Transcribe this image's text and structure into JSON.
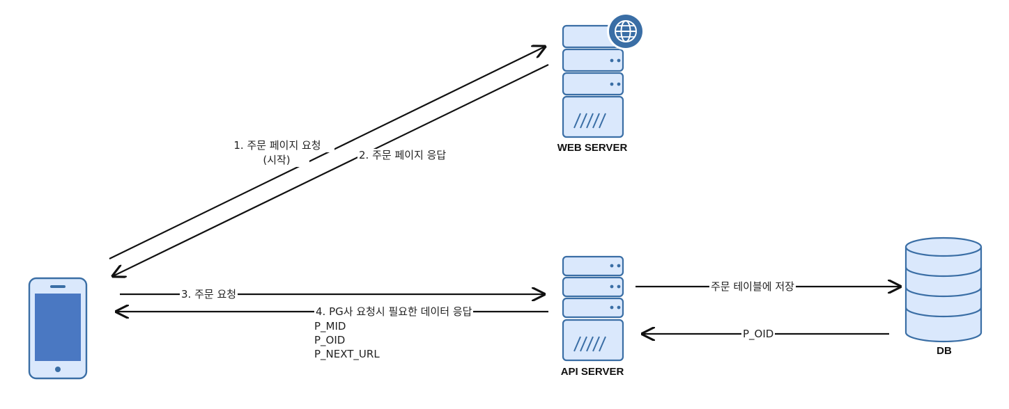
{
  "nodes": {
    "web_server": {
      "label": "WEB SERVER",
      "icon": "web-server-icon"
    },
    "api_server": {
      "label": "API SERVER",
      "icon": "api-server-icon"
    },
    "db": {
      "label": "DB",
      "icon": "database-icon"
    },
    "client": {
      "icon": "mobile-phone-icon"
    }
  },
  "edges": {
    "step1": {
      "line1": "1. 주문 페이지 요청",
      "line2": "(시작)"
    },
    "step2": {
      "label": "2. 주문 페이지 응답"
    },
    "step3": {
      "label": "3. 주문 요청"
    },
    "step4": {
      "label": "4. PG사 요청시 필요한 데이터 응답",
      "params": [
        "P_MID",
        "P_OID",
        "P_NEXT_URL"
      ]
    },
    "save": {
      "label": "주문 테이블에 저장"
    },
    "p_oid": {
      "label": "P_OID"
    }
  },
  "colors": {
    "icon_stroke": "#3a6ea5",
    "icon_fill": "#dae8fc",
    "phone_screen": "#4a78c2",
    "arrow": "#111111",
    "text": "#222222"
  }
}
